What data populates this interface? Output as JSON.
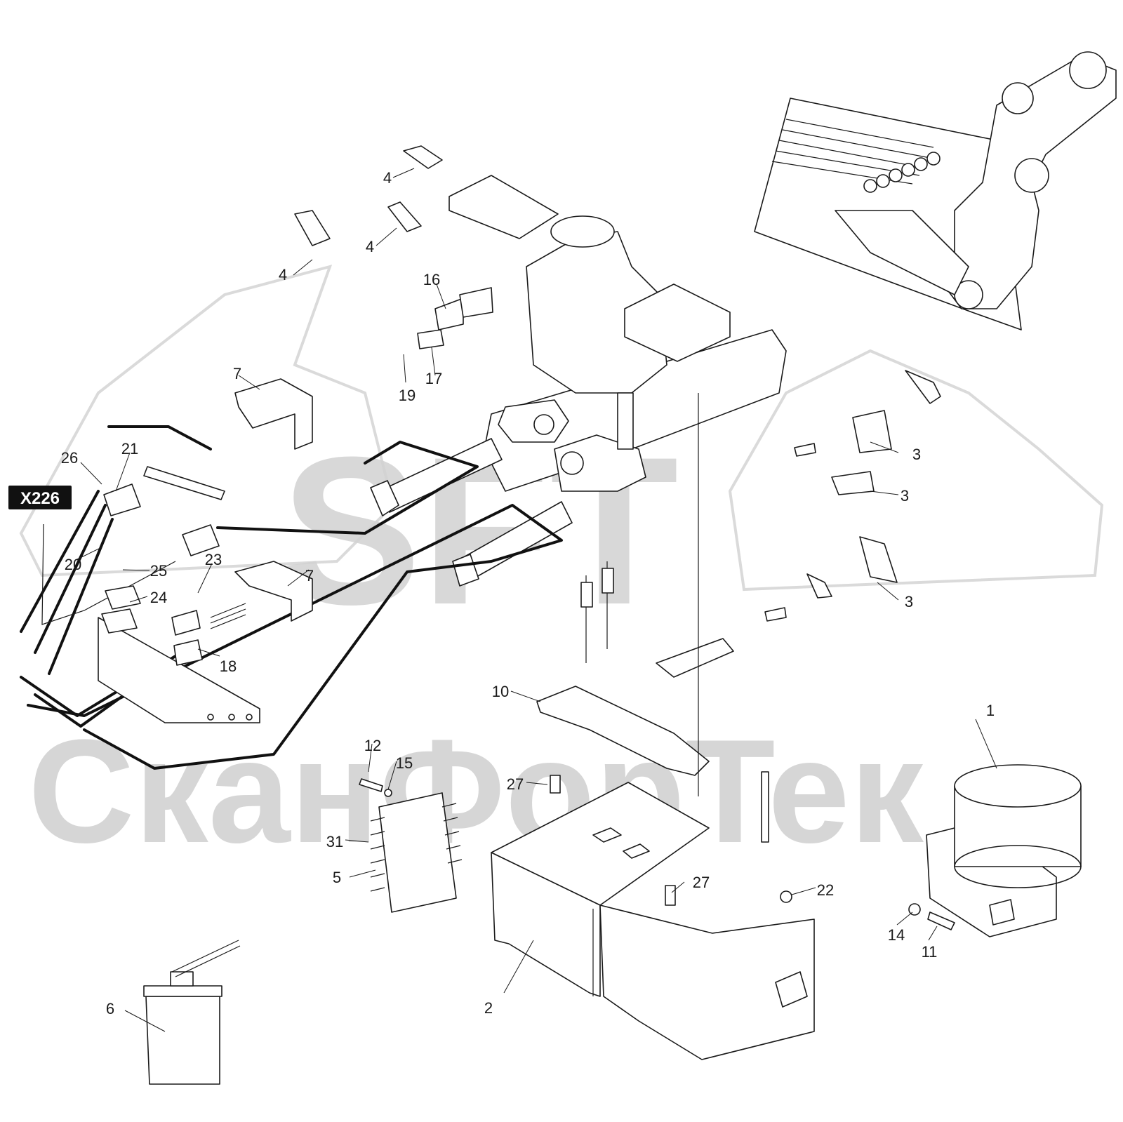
{
  "connector_tag": "X226",
  "watermark": {
    "logo_text": "SFT",
    "company": "СканФорТек"
  },
  "colors": {
    "line": "#1a1a1a",
    "hose": "#111111",
    "watermark": "#d2d2d2",
    "tag_bg": "#111111",
    "tag_text": "#ffffff"
  },
  "callouts": {
    "c1": "1",
    "c2": "2",
    "c3a": "3",
    "c3b": "3",
    "c3c": "3",
    "c4a": "4",
    "c4b": "4",
    "c4c": "4",
    "c5": "5",
    "c6": "6",
    "c7a": "7",
    "c7b": "7",
    "c10": "10",
    "c11": "11",
    "c12": "12",
    "c14": "14",
    "c15": "15",
    "c16": "16",
    "c17": "17",
    "c18": "18",
    "c19": "19",
    "c20": "20",
    "c21": "21",
    "c22": "22",
    "c23": "23",
    "c24": "24",
    "c25": "25",
    "c26": "26",
    "c27a": "27",
    "c27b": "27",
    "c31": "31"
  }
}
